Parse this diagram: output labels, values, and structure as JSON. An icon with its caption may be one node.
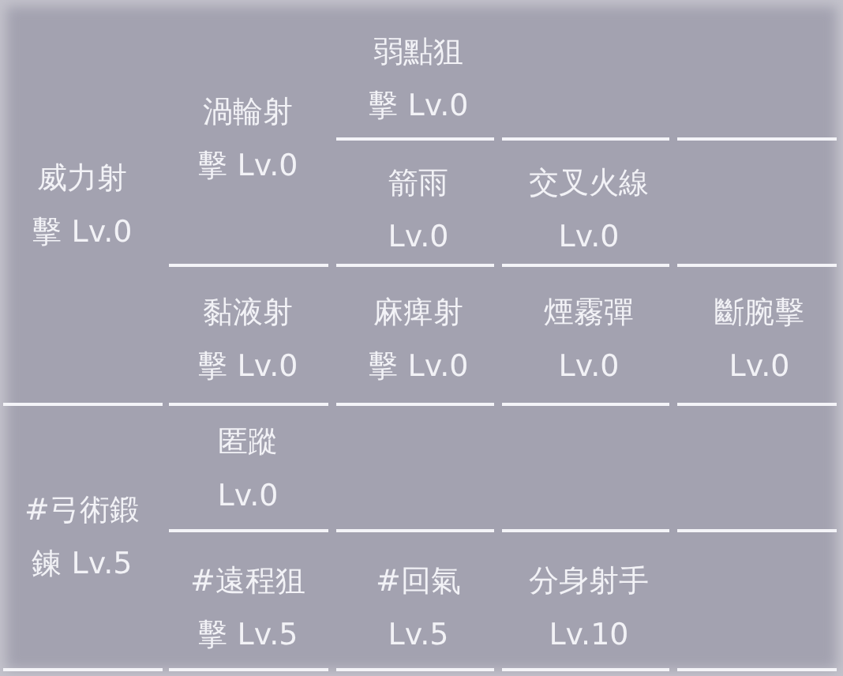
{
  "diagram": {
    "labels": [
      "弱點狙擊 Lv.0",
      "渦輪射擊 Lv.0",
      "威力射擊 Lv.0",
      "箭雨 Lv.0",
      "交叉火線 Lv.0",
      "黏液射擊 Lv.0",
      "麻痺射擊 Lv.0",
      "煙霧彈 Lv.0",
      "斷腕擊 Lv.0",
      "匿蹤 Lv.0",
      "#弓術鍛鍊 Lv.5",
      "#遠程狙擊 Lv.5",
      "#回氣 Lv.5",
      "分身射手 Lv.10"
    ]
  }
}
